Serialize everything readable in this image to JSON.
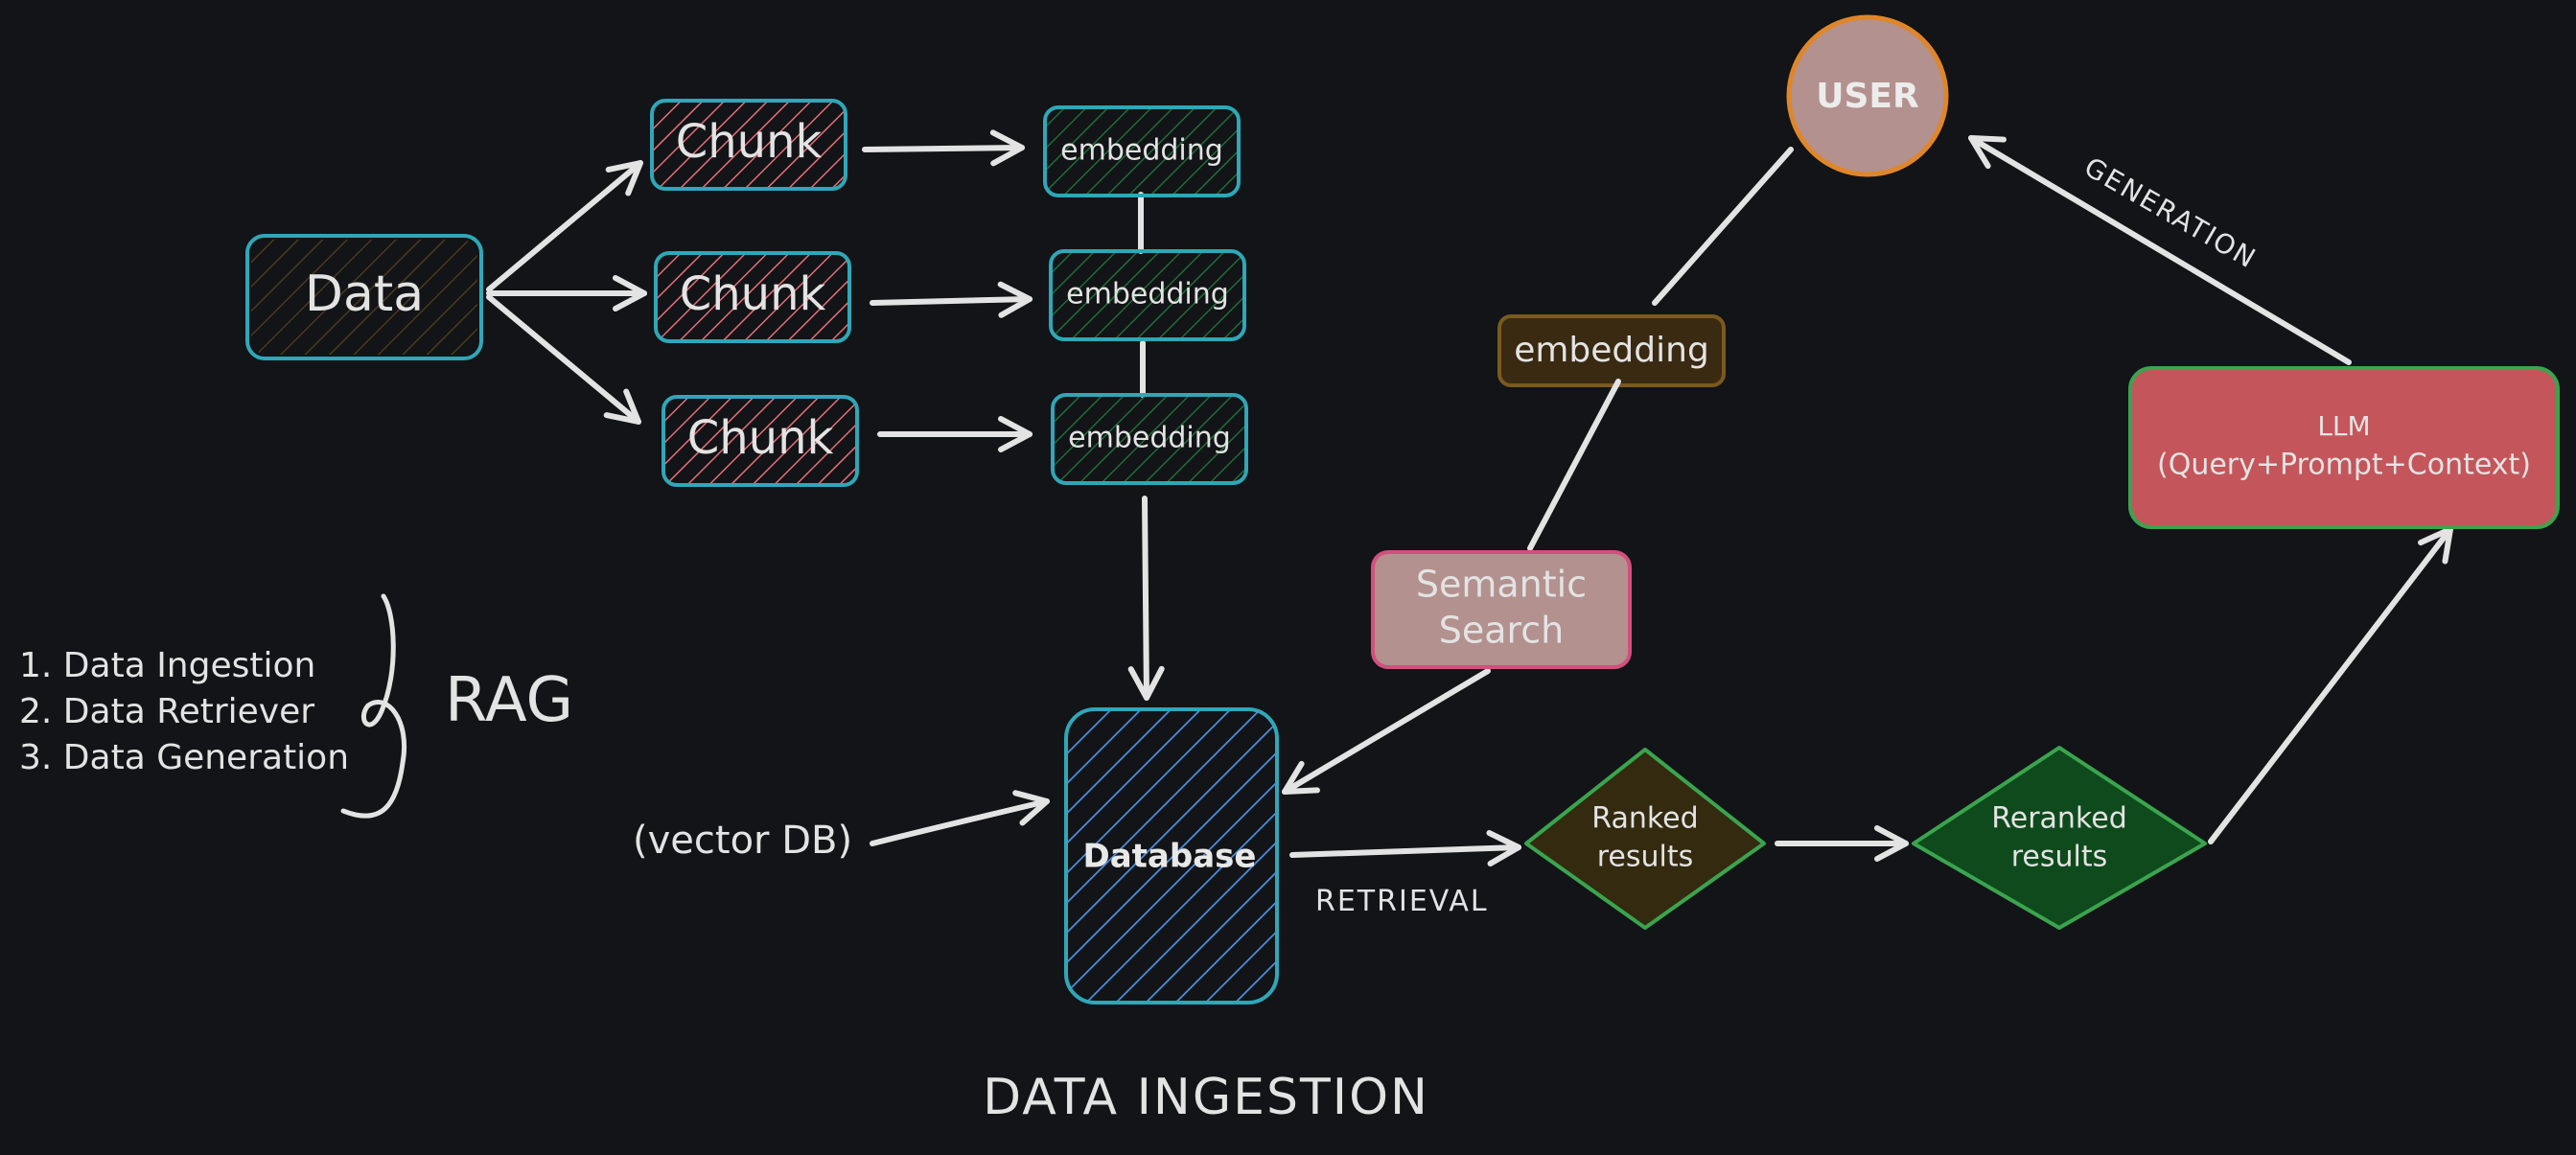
{
  "nodes": {
    "data": "Data",
    "chunks": [
      "Chunk",
      "Chunk",
      "Chunk"
    ],
    "embeddings": [
      "embedding",
      "embedding",
      "embedding"
    ],
    "database": "Database",
    "vector_db": "(vector DB)",
    "user": "USER",
    "query_embedding": "embedding",
    "semantic_search": [
      "Semantic",
      "Search"
    ],
    "ranked_results": [
      "Ranked",
      "results"
    ],
    "reranked_results": [
      "Reranked",
      "results"
    ],
    "llm": [
      "LLM",
      "(Query+Prompt+Context)"
    ]
  },
  "labels": {
    "retrieval": "RETRIEVAL",
    "generation": "GENERATION",
    "footer_title": "DATA INGESTION"
  },
  "legend": {
    "steps": [
      "1. Data Ingestion",
      "2. Data Retriever",
      "3. Data Generation"
    ],
    "group_label": "RAG"
  },
  "colors": {
    "background": "#121417",
    "stroke": "#e3e3e3",
    "teal_border": "#2fa7b8",
    "chunk_hatch": "#e36e78",
    "embedding_hatch": "#1f6b3a",
    "database_hatch": "#4f8fe0",
    "user_fill": "#b3918e",
    "user_border": "#e0862a",
    "query_embedding_fill": "#3a2a12",
    "query_embedding_border": "#7a5a1e",
    "semantic_fill": "#b3918e",
    "semantic_border": "#d24f7e",
    "ranked_fill": "#332a0f",
    "reranked_fill": "#0e4a1c",
    "diamond_border": "#3aa44e",
    "llm_fill": "#c4565b",
    "llm_border": "#3aa44e"
  }
}
